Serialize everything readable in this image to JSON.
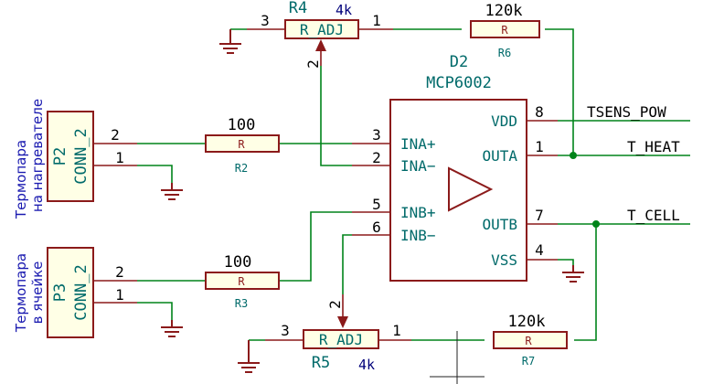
{
  "chip": {
    "reference": "D2",
    "value": "MCP6002",
    "pins": [
      {
        "number": "3",
        "name": "INA+"
      },
      {
        "number": "2",
        "name": "INA−"
      },
      {
        "number": "5",
        "name": "INB+"
      },
      {
        "number": "6",
        "name": "INB−"
      },
      {
        "number": "8",
        "name": "VDD"
      },
      {
        "number": "1",
        "name": "OUTA"
      },
      {
        "number": "7",
        "name": "OUTB"
      },
      {
        "number": "4",
        "name": "VSS"
      }
    ]
  },
  "resistors": {
    "R2": {
      "reference": "R2",
      "value": "100",
      "symbol": "R"
    },
    "R3": {
      "reference": "R3",
      "value": "100",
      "symbol": "R"
    },
    "R6": {
      "reference": "R6",
      "value": "120k",
      "symbol": "R"
    },
    "R7": {
      "reference": "R7",
      "value": "120k",
      "symbol": "R"
    }
  },
  "pots": {
    "R4": {
      "reference": "R4",
      "value": "4k",
      "symbol": "R_ADJ",
      "pins": [
        "3",
        "1",
        "2"
      ]
    },
    "R5": {
      "reference": "R5",
      "value": "4k",
      "symbol": "R_ADJ",
      "pins": [
        "3",
        "1",
        "2"
      ]
    }
  },
  "connectors": {
    "P2": {
      "reference": "P2",
      "value": "CONN_2",
      "pins": [
        "2",
        "1"
      ],
      "caption_lines": [
        "Термопара",
        "на нагревателе"
      ]
    },
    "P3": {
      "reference": "P3",
      "value": "CONN_2",
      "pins": [
        "2",
        "1"
      ],
      "caption_lines": [
        "Термопара",
        "в ячейке"
      ]
    }
  },
  "net_labels": [
    "TSENS_POW",
    "T_HEAT",
    "T_CELL"
  ],
  "colors": {
    "wire": "#00841a",
    "component": "#8b1a1a",
    "component_fill": "#ffffe6",
    "caption": "#1a1ab0"
  }
}
